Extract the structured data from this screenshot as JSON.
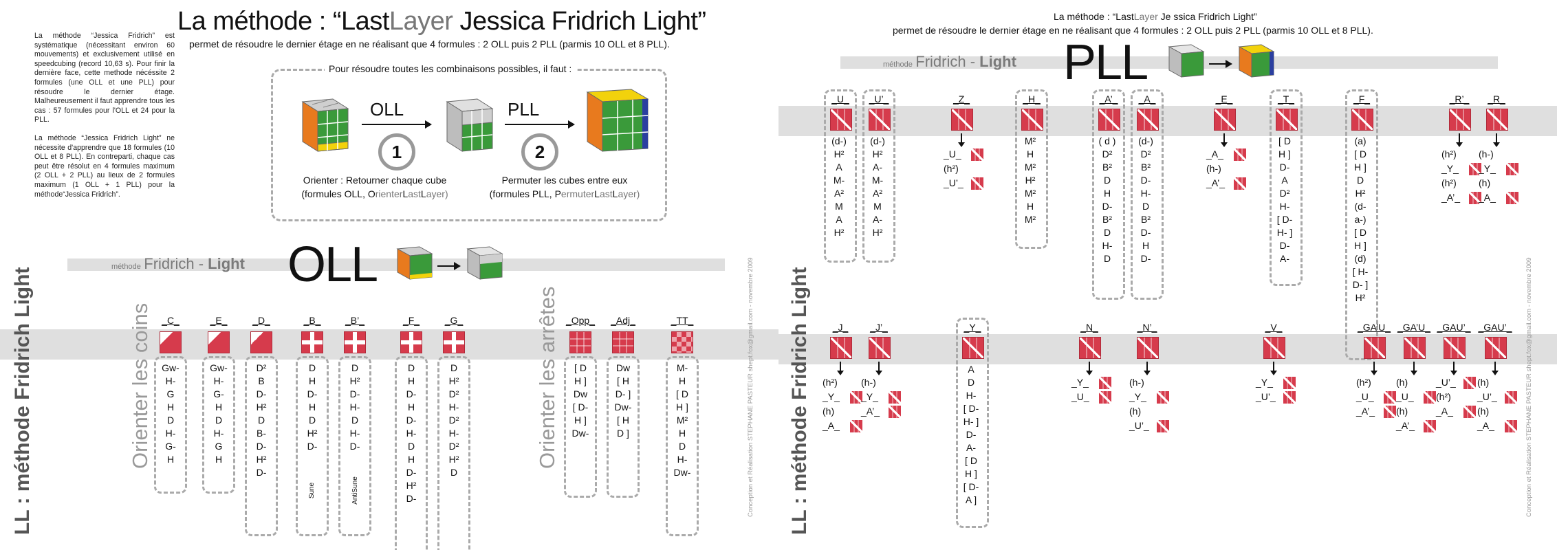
{
  "colors": {
    "accent": "#d63b4c",
    "band": "#dfdfdf",
    "grey_text": "#777777",
    "cube_green": "#3a9a3a",
    "cube_blue": "#2b3fa0",
    "cube_yellow": "#f2d20c",
    "cube_orange": "#e87a1e",
    "cube_grey": "#bdbdbd"
  },
  "left": {
    "title_pre": "La méthode : “",
    "title_l1": "Last",
    "title_l2": "L",
    "title_l3": "ayer",
    "title_post": " Jessica Fridrich Light”",
    "subtitle": "permet de résoudre le dernier étage en ne réalisant que 4 formules : 2 OLL puis 2 PLL (parmis 10 OLL et 8 PLL).",
    "intro_p1": "La méthode “Jessica Fridrich” est systématique (nécessitant environ 60 mouvements) et exclusivement utilisé en speedcubing (record 10,63 s). Pour finir la dernière face, cette methode nécéssite 2 formules (une OLL et une PLL) pour résoudre le dernier étage. Malheureusement il faut apprendre tous les cas : 57 formules pour l'OLL et 24 pour la PLL.",
    "intro_p2": "La méthode “Jessica Fridrich Light” ne nécessite d'apprendre que 18 formules (10 OLL et 8 PLL). En contreparti, chaque cas peut être résolut en 4 formules maximum (2 OLL + 2 PLL) au lieux de 2 formules maximum (1 OLL + 1 PLL) pour la méthode“Jessica Fridrich”.",
    "dash_title": "Pour résoudre toutes les combinaisons possibles, il faut :",
    "step1_label": "OLL",
    "step1_num": "1",
    "step2_label": "PLL",
    "step2_num": "2",
    "cap1_l1": "Orienter : Retourner chaque cube",
    "cap1_l2_a": "(formules OLL, O",
    "cap1_l2_b": "rienter",
    "cap1_l2_c": "L",
    "cap1_l2_d": "ast",
    "cap1_l2_e": "L",
    "cap1_l2_f": "ayer)",
    "cap2_l1": "Permuter les cubes entre eux",
    "cap2_l2_a": "(formules PLL, P",
    "cap2_l2_b": "ermuter",
    "cap2_l2_c": "L",
    "cap2_l2_d": "ast",
    "cap2_l2_e": "L",
    "cap2_l2_f": "ayer)",
    "method_small": "méthode",
    "method_name": "Fridrich",
    "method_dash": " - ",
    "method_light": "Light",
    "huge": "OLL",
    "vert_brand": "LL : méthode Fridrich Light",
    "vert_orient1": "Orienter les coins",
    "vert_orient2": "Orienter les arrêtes",
    "credit": "Conception et Réalisation STEPHANE PASTEUR shept.fox@gmail.com - novembre 2009",
    "cases": [
      {
        "label": "_C_",
        "moves": "Gw-\nH-\nG\nH\nD\nH-\nG-\nH",
        "note": ""
      },
      {
        "label": "_E_",
        "moves": "Gw-\nH-\nG-\nH\nD\nH-\nG\nH",
        "note": ""
      },
      {
        "label": "_D_",
        "moves": "D²\nB\nD-\nH²\nD\nB-\nD-\nH²\nD-",
        "note": ""
      },
      {
        "label": "_B_",
        "moves": "D\nH\nD-\nH\nD\nH²\nD-",
        "note": "Sune"
      },
      {
        "label": "_B’_",
        "moves": "D\nH²\nD-\nH-\nD\nH-\nD-",
        "note": "AntiSune"
      },
      {
        "label": "_F_",
        "moves": "D\nH\nD-\nH\nD-\nH-\nD\nH\nD-\nH²\nD-",
        "note": ""
      },
      {
        "label": "_G_",
        "moves": "D\nH²\nD²\nH-\nD²\nH-\nD²\nH²\nD",
        "note": ""
      },
      {
        "label": "_Opp_",
        "moves": "[ D\nH ]\nDw\n[ D-\nH ]\nDw-",
        "note": ""
      },
      {
        "label": "_Adj_",
        "moves": "Dw\n[ H\nD- ]\nDw-\n[ H\nD ]",
        "note": ""
      },
      {
        "label": "_TT_",
        "moves": "M-\nH\n[ D\nH ]\nM²\nH\nD\nH-\nDw-",
        "note": ""
      }
    ]
  },
  "right": {
    "title_pre": "La méthode : “",
    "title_l1": "Last",
    "title_l2": "L",
    "title_l3": "ayer",
    "title_post": " Je ssica Fridrich Light”",
    "subtitle": "permet de résoudre le dernier étage en ne réalisant que 4 formules : 2 OLL puis 2 PLL (parmis 10 OLL et 8 PLL).",
    "method_small": "méthode",
    "method_name": "Fridrich",
    "method_dash": " - ",
    "method_light": "Light",
    "huge": "PLL",
    "vert_brand": "LL : méthode Fridrich Light",
    "credit": "Conception et Réalisation STEPHANE PASTEUR shept.fox@gmail.com - novembre 2009",
    "top_cases": [
      {
        "label": "_U_",
        "moves": "(d-)\nH²\nA\nM-\nA²\nM\nA\nH²"
      },
      {
        "label": "_U’_",
        "moves": "(d-)\nH²\nA-\nM-\nA²\nM\nA-\nH²"
      },
      {
        "label": "_Z_",
        "combo": "_U_\n(h²)\n_U’_"
      },
      {
        "label": "_H_",
        "moves": "M²\nH\nM²\nH²\nM²\nH\nM²"
      },
      {
        "label": "_A’_",
        "moves": "( d )\nD²\nB²\nD\nH\nD-\nB²\nD\nH-\nD"
      },
      {
        "label": "_A_",
        "moves": "(d-)\nD²\nB²\nD-\nH-\nD\nB²\nD-\nH\nD-"
      },
      {
        "label": "_E_",
        "combo": "_A_\n(h-)\n_A’_"
      },
      {
        "label": "_T_",
        "moves": "[ D\nH ]\nD-\nA\nD²\nH-\n[ D-\nH- ]\nD-\nA-"
      },
      {
        "label": "_F_",
        "moves": "(a)\n[ D\nH ]\nD\nH²\n(d-\na-)\n[ D\nH ]\n(d)\n[ H-\nD- ]\nH²"
      },
      {
        "label": "_R’_",
        "combo": "(h²)\n_Y_\n(h²)\n_A’_"
      },
      {
        "label": "_R_",
        "combo": "(h-)\n_Y_\n(h)\n_A_"
      }
    ],
    "bottom_cases": [
      {
        "label": "_J_",
        "combo": "(h²)\n_Y_\n(h)\n_A_"
      },
      {
        "label": "_J’_",
        "combo": "(h-)\n_Y_\n_A’_"
      },
      {
        "label": "_Y_",
        "moves": "A\nD\nH-\n[ D-\nH- ]\nD-\nA-\n[ D\nH ]\n[ D-\nA ]"
      },
      {
        "label": "_N_",
        "combo": "_Y_\n_U_"
      },
      {
        "label": "_N’_",
        "combo": "(h-)\n_Y_\n(h)\n_U’_"
      },
      {
        "label": "_V_",
        "combo": "_Y_\n_U’_"
      },
      {
        "label": "_GA’U_",
        "combo": "(h²)\n_U_\n_A’_"
      },
      {
        "label": "_GA’U_",
        "combo": "(h)\n_U_\n(h)\n_A’_"
      },
      {
        "label": "_GAU’_",
        "combo": "_U’_\n(h²)\n_A_"
      },
      {
        "label": "_GAU’_",
        "combo": "(h)\n_U’_\n(h)\n_A_"
      }
    ]
  }
}
